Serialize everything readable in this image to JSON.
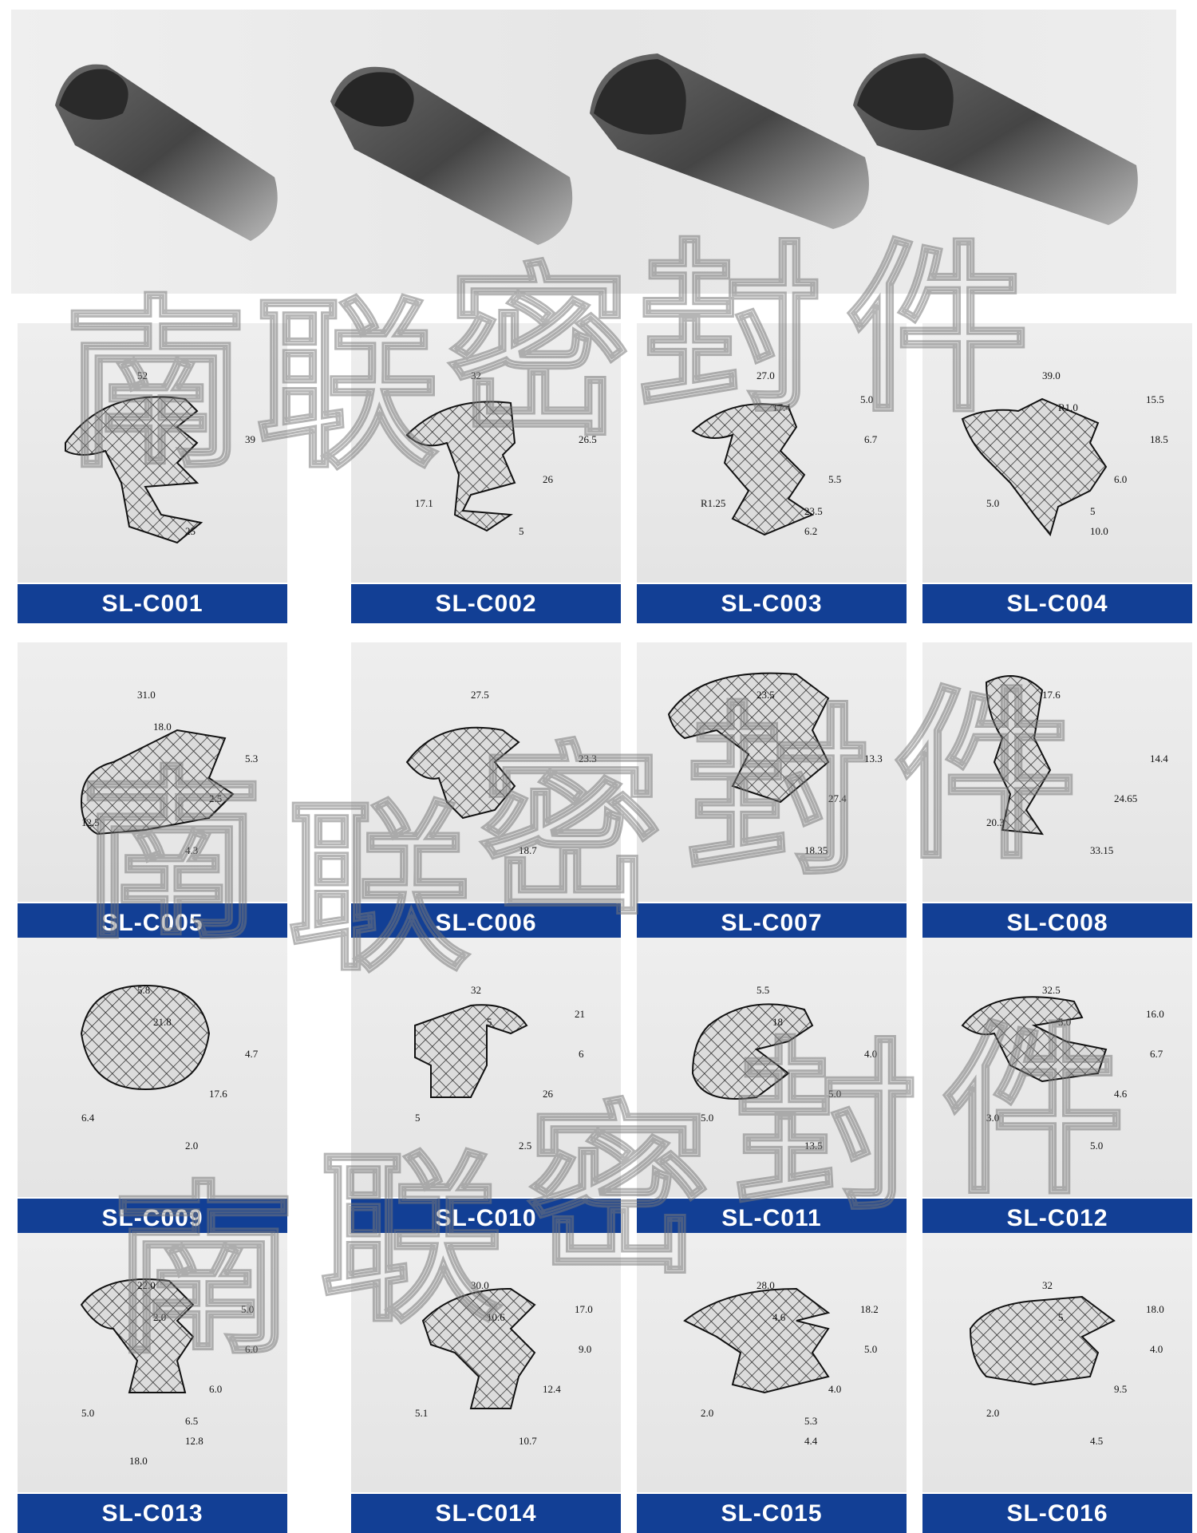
{
  "products": [
    {
      "code": "SL-C001",
      "dims": [
        "52",
        "39",
        "25"
      ]
    },
    {
      "code": "SL-C002",
      "dims": [
        "32",
        "26.5",
        "5",
        "26",
        "17.1"
      ]
    },
    {
      "code": "SL-C003",
      "dims": [
        "27.0",
        "6.7",
        "6.2",
        "5.5",
        "R1.25",
        "17.4",
        "5.0",
        "23.5"
      ]
    },
    {
      "code": "SL-C004",
      "dims": [
        "39.0",
        "18.5",
        "10.0",
        "6.0",
        "5.0",
        "R1.0",
        "15.5",
        "5"
      ]
    },
    {
      "code": "SL-C005",
      "dims": [
        "31.0",
        "5.3",
        "4.3",
        "2.5",
        "12.5",
        "18.0"
      ]
    },
    {
      "code": "SL-C006",
      "dims": [
        "27.5",
        "23.3",
        "18.7"
      ]
    },
    {
      "code": "SL-C007",
      "dims": [
        "23.5",
        "13.3",
        "18.35",
        "27.4"
      ]
    },
    {
      "code": "SL-C008",
      "dims": [
        "17.6",
        "14.4",
        "33.15",
        "24.65",
        "20.3"
      ]
    },
    {
      "code": "SL-C009",
      "dims": [
        "5.8",
        "4.7",
        "2.0",
        "17.6",
        "6.4",
        "21.8"
      ]
    },
    {
      "code": "SL-C010",
      "dims": [
        "32",
        "6",
        "2.5",
        "26",
        "5",
        "5",
        "21"
      ]
    },
    {
      "code": "SL-C011",
      "dims": [
        "5.5",
        "4.0",
        "13.5",
        "5.0",
        "5.0",
        "18"
      ]
    },
    {
      "code": "SL-C012",
      "dims": [
        "32.5",
        "6.7",
        "5.0",
        "4.6",
        "3.0",
        "5.0",
        "16.0"
      ]
    },
    {
      "code": "SL-C013",
      "dims": [
        "22.0",
        "6.0",
        "12.8",
        "6.0",
        "5.0",
        "2.0",
        "5.0",
        "6.5",
        "18.0"
      ]
    },
    {
      "code": "SL-C014",
      "dims": [
        "30.0",
        "9.0",
        "10.7",
        "12.4",
        "5.1",
        "10.6",
        "17.0"
      ]
    },
    {
      "code": "SL-C015",
      "dims": [
        "28.0",
        "5.0",
        "4.4",
        "4.0",
        "2.0",
        "4.6",
        "18.2",
        "5.3"
      ]
    },
    {
      "code": "SL-C016",
      "dims": [
        "32",
        "4.0",
        "4.5",
        "9.5",
        "2.0",
        "5",
        "18.0"
      ]
    }
  ],
  "watermark": [
    "南",
    "联",
    "密",
    "封",
    "件"
  ],
  "colors": {
    "label_bar": "#123f95",
    "panel": "#e8e8e8",
    "rubber": "#3a3a3a"
  }
}
